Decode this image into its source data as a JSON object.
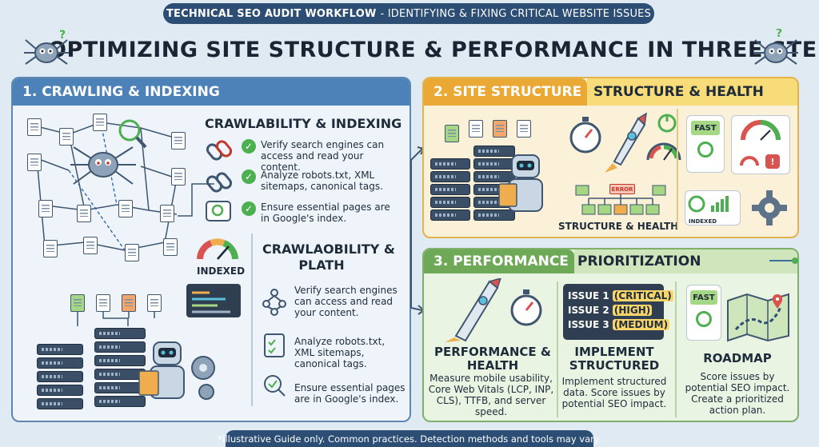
{
  "header": {
    "banner_title": "TECHNICAL SEO AUDIT WORKFLOW",
    "banner_subtitle": "- IDENTIFYING & FIXING CRITICAL WEBSITE ISSUES",
    "main_title": "OPTIMIZING SITE STRUCTURE & PERFORMANCE IN THREE STEPS"
  },
  "panel1": {
    "title": "1. CRAWLING & INDEXING",
    "sec1_title": "CRAWLABILITY & INDEXING",
    "sec1_items": [
      "Verify search engines can access and read your content.",
      "Analyze robots.txt, XML sitemaps, canonical tags.",
      "Ensure essential pages are in Google's index."
    ],
    "gauge_label": "INDEXED",
    "sec2_title_line1": "CRAWLAOBILITY &",
    "sec2_title_line2": "PLATH",
    "sec2_items": [
      "Verify search engines can access and read your content.",
      "Analyze robots.txt, XML sitemaps, canonical tags.",
      "Ensure essential pages are in Google's index."
    ]
  },
  "panel2": {
    "title": "2. SITE STRUCTURE",
    "tail_title": "STRUCTURE & HEALTH",
    "fast_label": "FAST",
    "error_label": "ERROR",
    "diagram_label": "STRUCTURE & HEALTH",
    "indexed_label": "INDEXED"
  },
  "panel3": {
    "title": "3. PERFORMANCE &",
    "tail_title": "PRIORITIZATION",
    "col1_title": "PERFORMANCE & HEALTH",
    "col1_text": "Measure mobile usability, Core Web Vitals (LCP, INP, CLS), TTFB, and server speed.",
    "issues": [
      {
        "label": "ISSUE 1",
        "tag": "(CRITICAL)"
      },
      {
        "label": "ISSUE 2",
        "tag": "(HIGH)"
      },
      {
        "label": "ISSUE 3",
        "tag": "(MEDIUM)"
      }
    ],
    "col2_title": "IMPLEMENT STRUCTURED",
    "col2_text": "Implement structured data. Score issues by potential SEO impact.",
    "fast_label": "FAST",
    "col3_title": "ROADMAP",
    "col3_text": "Score issues by potential SEO impact. Create a prioritized action plan."
  },
  "footer": {
    "note": "*Illustrative Guide only. Common practices. Detection methods and tools may vary."
  },
  "colors": {
    "navy": "#2d4e74",
    "blue_panel": "#4d82b8",
    "orange_panel": "#e9a934",
    "green_panel": "#6ea958",
    "check_green": "#4caf50"
  }
}
